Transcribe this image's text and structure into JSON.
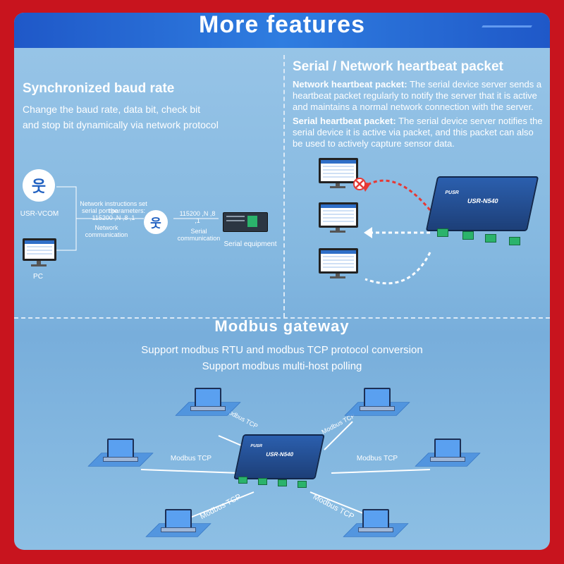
{
  "header": {
    "title": "More features"
  },
  "baud": {
    "title": "Synchronized baud rate",
    "desc_line1": "Change the baud rate, data bit, check bit",
    "desc_line2": "and stop bit dynamically via network protocol",
    "usr_vcom": "USR-VCOM",
    "pc": "PC",
    "net_instr_line1": "Network instructions set the",
    "net_instr_line2": "serial port parameters:",
    "net_instr_line3": "115200 ,N ,8 ,1",
    "net_comm_line1": "Network",
    "net_comm_line2": "communication",
    "params": "115200 ,N ,8 ,1",
    "serial_comm": "Serial communication",
    "serial_equip": "Serial equipment"
  },
  "heartbeat": {
    "title": "Serial / Network heartbeat packet",
    "net_label": "Network heartbeat packet:",
    "net_text": "The serial device server sends a heartbeat packet regularly to notify the server that it is active and maintains a normal network connection with the server.",
    "ser_label": "Serial heartbeat packet:",
    "ser_text": "The serial device server notifies the serial device it is active via packet, and this packet can also be used to actively capture sensor data."
  },
  "device": {
    "brand": "PUSR",
    "model": "USR-N540"
  },
  "modbus": {
    "title": "Modbus gateway",
    "line1": "Support modbus RTU and modbus TCP protocol conversion",
    "line2": "Support modbus multi-host polling",
    "link_label": "Modbus TCP"
  },
  "colors": {
    "background": "#c8141e",
    "header": "#2f7de0",
    "panel": "#84b8e0"
  }
}
